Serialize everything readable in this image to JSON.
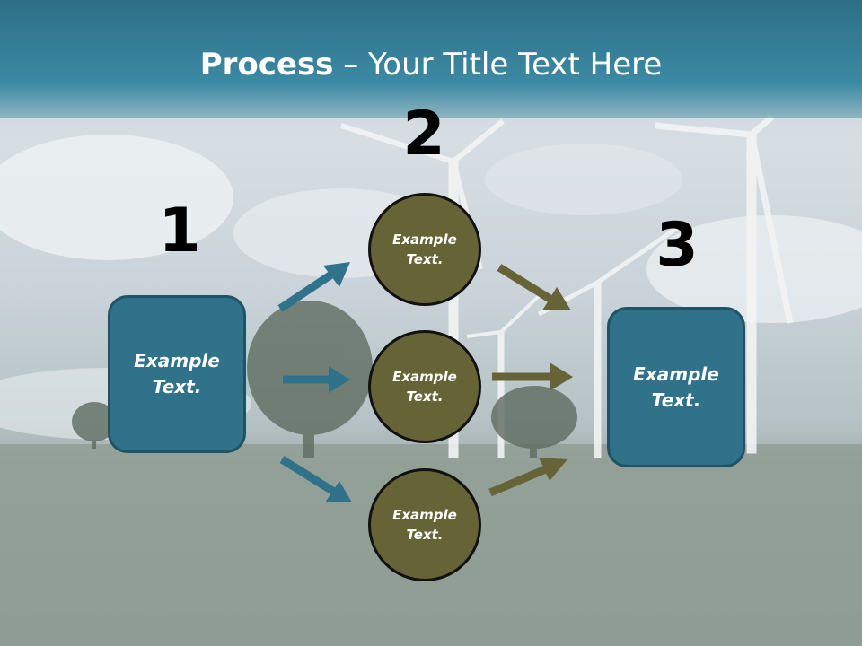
{
  "title": {
    "bold": "Process",
    "rest": " – Your Title Text Here"
  },
  "steps": {
    "one": "1",
    "two": "2",
    "three": "3"
  },
  "left_box": {
    "text": "Example Text."
  },
  "right_box": {
    "text": "Example Text."
  },
  "circles": [
    {
      "text": "Example Text."
    },
    {
      "text": "Example Text."
    },
    {
      "text": "Example Text."
    }
  ],
  "colors": {
    "header": "#3c89a3",
    "box": "#2f7289",
    "circle": "#666436",
    "blue_arrow": "#2f7289",
    "olive_arrow": "#666436"
  }
}
